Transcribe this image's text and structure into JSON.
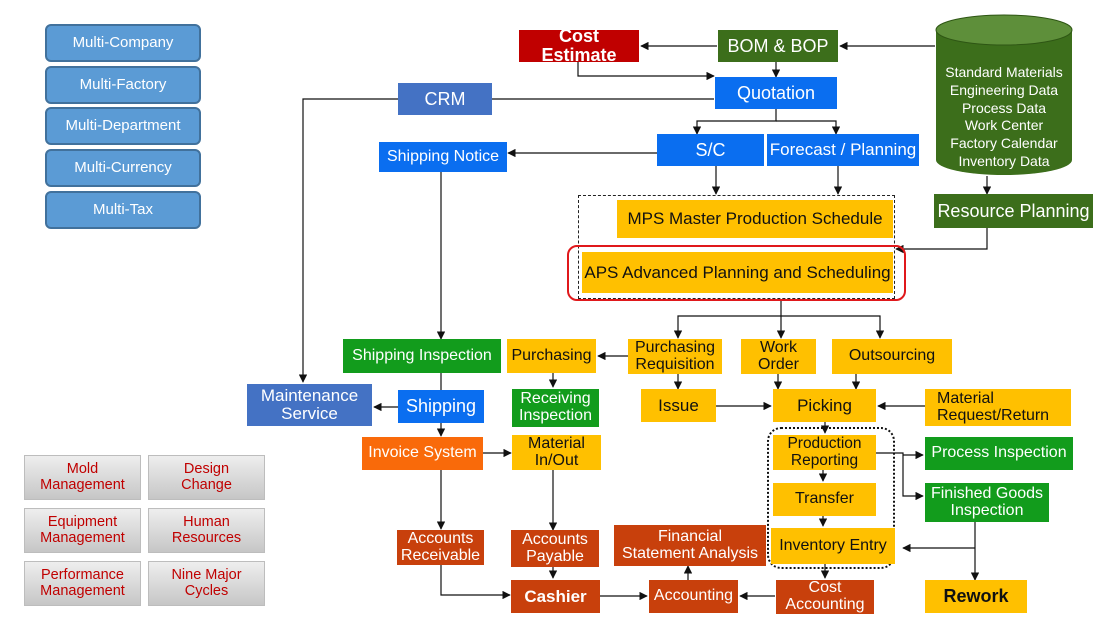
{
  "sidebar": {
    "items": [
      "Multi-Company",
      "Multi-Factory",
      "Multi-Department",
      "Multi-Currency",
      "Multi-Tax"
    ]
  },
  "modules": {
    "items": [
      "Mold\nManagement",
      "Design\nChange",
      "Equipment\nManagement",
      "Human\nResources",
      "Performance\nManagement",
      "Nine Major\nCycles"
    ]
  },
  "database": {
    "lines": "Standard Materials\nEngineering Data\nProcess Data\nWork Center\nFactory Calendar\nInventory Data"
  },
  "nodes": {
    "cost_estimate": "Cost Estimate",
    "bom_bop": "BOM & BOP",
    "crm": "CRM",
    "quotation": "Quotation",
    "sc": "S/C",
    "forecast": "Forecast / Planning",
    "shipping_notice": "Shipping Notice",
    "mps": "MPS  Master Production Schedule",
    "aps": "APS Advanced Planning and Scheduling",
    "resource_planning": "Resource Planning",
    "shipping_inspection": "Shipping Inspection",
    "purchasing": "Purchasing",
    "purchasing_requisition": "Purchasing\nRequisition",
    "work_order": "Work\nOrder",
    "outsourcing": "Outsourcing",
    "maintenance_service": "Maintenance\nService",
    "shipping": "Shipping",
    "receiving_inspection": "Receiving\nInspection",
    "issue": "Issue",
    "picking": "Picking",
    "material_request": "Material\nRequest/Return",
    "invoice_system": "Invoice System",
    "material_inout": "Material\nIn/Out",
    "production_reporting": "Production\nReporting",
    "process_inspection": "Process Inspection",
    "transfer": "Transfer",
    "finished_goods_inspection": "Finished Goods\nInspection",
    "accounts_receivable": "Accounts\nReceivable",
    "accounts_payable": "Accounts\nPayable",
    "financial_statement": "Financial\nStatement Analysis",
    "inventory_entry": "Inventory Entry",
    "cashier": "Cashier",
    "accounting": "Accounting",
    "cost_accounting": "Cost\nAccounting",
    "rework": "Rework"
  },
  "colors": {
    "dark_green": "#3c6e1b",
    "blue": "#0a6ef0",
    "red": "#c00000",
    "yellow": "#ffc000",
    "green": "#129c1c",
    "orange": "#f96a0a",
    "rust": "#c8400c",
    "sidebar_blue": "#5b9bd5",
    "frame_red": "#e0181b"
  }
}
